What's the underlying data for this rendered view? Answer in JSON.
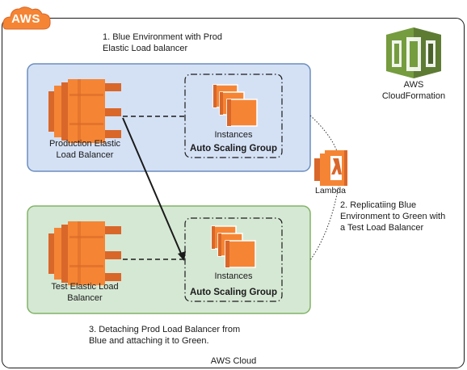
{
  "badge": {
    "text": "AWS"
  },
  "cloud": {
    "label": "AWS Cloud"
  },
  "steps": {
    "step1_line1": "1. Blue Environment with Prod",
    "step1_line2": "Elastic Load balancer",
    "step2_line1": "2. Replicatiing Blue",
    "step2_line2": "Environment to Green with",
    "step2_line3": "a Test Load Balancer",
    "step3_line1": "3. Detaching Prod Load Balancer from",
    "step3_line2": "Blue and attaching it to Green."
  },
  "blue_env": {
    "lb_line1": "Production Elastic",
    "lb_line2": "Load Balancer",
    "instances": "Instances",
    "asg": "Auto Scaling Group"
  },
  "green_env": {
    "lb_line1": "Test Elastic Load",
    "lb_line2": "Balancer",
    "instances": "Instances",
    "asg": "Auto Scaling Group"
  },
  "services": {
    "lambda": "Lambda",
    "cf_line1": "AWS",
    "cf_line2": "CloudFormation"
  },
  "colors": {
    "aws_orange": "#F58534",
    "aws_orange_dark": "#D9672A",
    "blue_fill": "#D4E1F5",
    "blue_stroke": "#6C8EBF",
    "green_fill": "#D5E8D4",
    "green_stroke": "#82B366",
    "cf_green": "#759C3E"
  }
}
